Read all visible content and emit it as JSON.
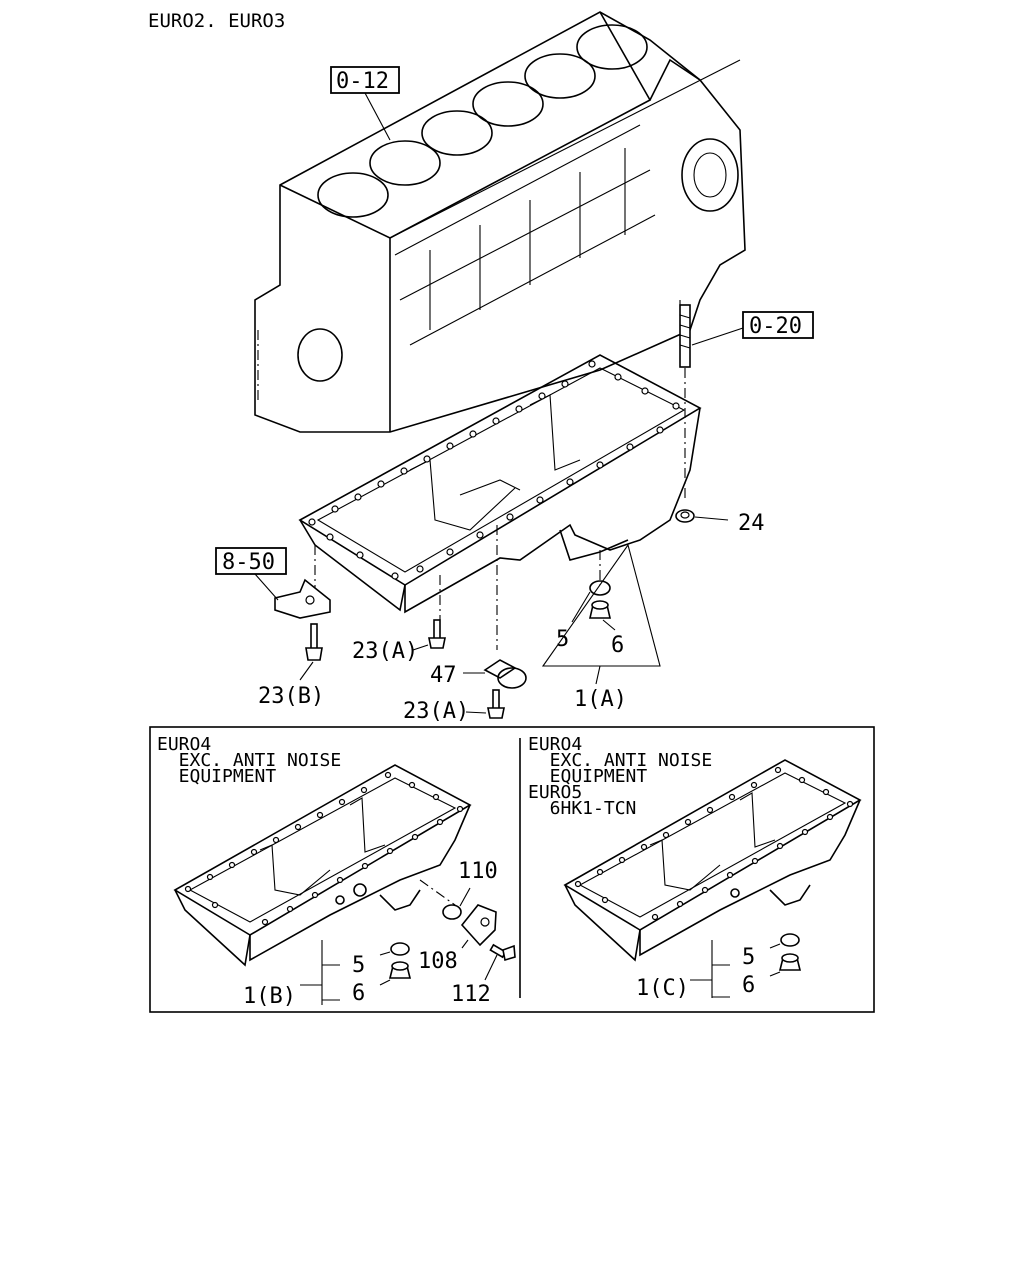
{
  "header": {
    "title": "EURO2. EURO3"
  },
  "refs": {
    "block": "0-12",
    "stud": "0-20",
    "bracket": "8-50"
  },
  "main": {
    "labels": {
      "nut": "24",
      "oring": "5",
      "plug": "6",
      "bolt_a1": "23(A)",
      "bolt_b": "23(B)",
      "clip": "47",
      "bolt_a2": "23(A)",
      "assy": "1(A)"
    }
  },
  "left_panel": {
    "note": [
      "EURO4",
      "  EXC. ANTI NOISE",
      "  EQUIPMENT"
    ],
    "labels": {
      "oring_110": "110",
      "cover": "108",
      "bolt": "112",
      "oring": "5",
      "plug": "6",
      "assy": "1(B)"
    }
  },
  "right_panel": {
    "note": [
      "EURO4",
      "  EXC. ANTI NOISE",
      "  EQUIPMENT",
      "EURO5",
      "  6HK1-TCN"
    ],
    "labels": {
      "oring": "5",
      "plug": "6",
      "assy": "1(C)"
    }
  }
}
